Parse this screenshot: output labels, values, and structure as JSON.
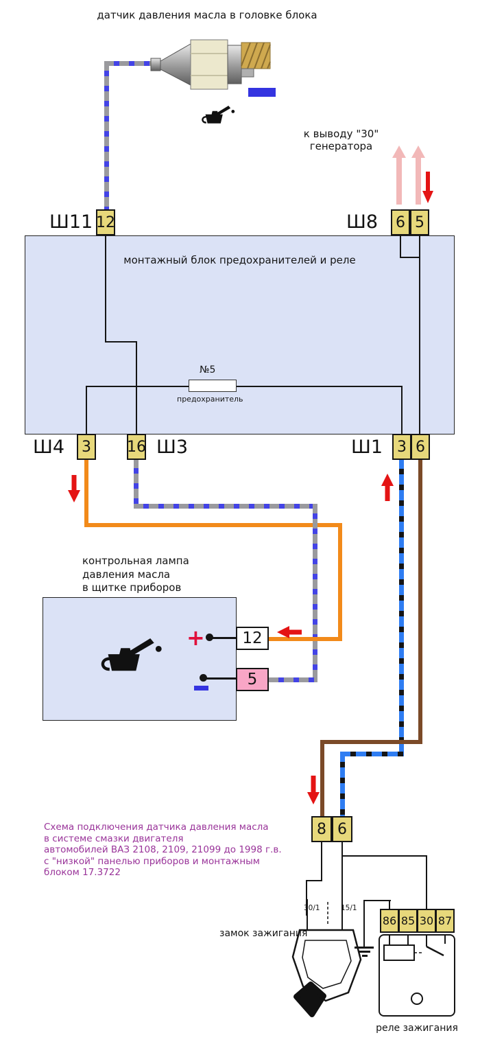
{
  "title": {
    "sensor": "датчик давления масла в головке блока"
  },
  "generator_label": "к выводу \"30\" генератора",
  "block": {
    "title": "монтажный блок предохранителей и реле",
    "fuse_number": "№5",
    "fuse_caption": "предохранитель"
  },
  "connectors": {
    "sh11": {
      "label": "Ш11",
      "pin": "12"
    },
    "sh8": {
      "label": "Ш8",
      "pin_a": "6",
      "pin_b": "5"
    },
    "sh4": {
      "label": "Ш4",
      "pin": "3"
    },
    "sh3": {
      "label": "Ш3",
      "pin": "16"
    },
    "sh1": {
      "label": "Ш1",
      "pin_a": "3",
      "pin_b": "6"
    },
    "harness": {
      "pin_a": "8",
      "pin_b": "6"
    }
  },
  "lamp": {
    "caption": "контрольная лампа\nдавления масла\nв щитке приборов",
    "plus_pin": "12",
    "minus_pin": "5",
    "plus_sign": "+"
  },
  "note": {
    "text": "Схема подключения датчика давления масла\nв системе смазки двигателя\nавтомобилей ВАЗ 2108, 2109, 21099 до 1998 г.в.\nс \"низкой\" панелью приборов и монтажным\nблоком 17.3722"
  },
  "ignition": {
    "caption": "замок зажигания",
    "terminal_30": "30/1",
    "terminal_15": "15/1"
  },
  "relay": {
    "caption": "реле зажигания",
    "pins": [
      "86",
      "85",
      "30",
      "87"
    ]
  },
  "colors": {
    "block_fill": "#dbe2f6",
    "connector_yellow": "#e7d87b",
    "wire_orange": "#f28a1a",
    "wire_brown": "#7b4a28",
    "wire_blue": "#2f7df2",
    "wire_gray": "#9a9a9e",
    "dash_blue": "#4343e6",
    "arrow_red": "#e41414",
    "arrow_pink": "#f2b8b8",
    "terminal_pink": "#f8a6c6",
    "minus_blue": "#3434e0",
    "plus_red": "#e0103c",
    "note_purple": "#993399"
  }
}
